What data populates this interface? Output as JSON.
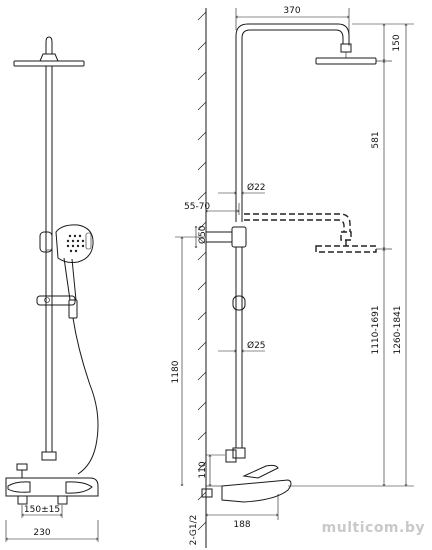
{
  "dimensions": {
    "top_width": "370",
    "head_height": "150",
    "arm_drop": "581",
    "rail_pipe_diameter": "Ø22",
    "wall_offset": "55-70",
    "bracket_diameter": "Ø50",
    "lower_pipe_diameter": "Ø25",
    "height_mixer": "1180",
    "height_range_a": "1110-1691",
    "height_range_b": "1260-1841",
    "mixer_inlet_height": "110",
    "inlet_thread": "2-G1/2",
    "spout_projection": "188",
    "inlet_spacing": "150±15",
    "mixer_width": "230"
  },
  "watermark": "multicom.by"
}
